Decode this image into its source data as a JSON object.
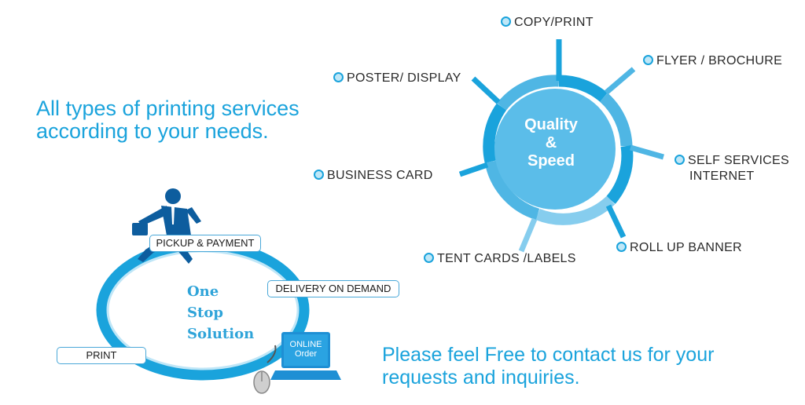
{
  "tagline": {
    "line1": "All types of printing services",
    "line2": "according to your needs."
  },
  "contact": {
    "line1": "Please feel Free to contact us for your",
    "line2": "requests and inquiries."
  },
  "wheel": {
    "center": {
      "line1": "Quality",
      "line2": "&",
      "line3": "Speed"
    },
    "services": [
      "COPY/PRINT",
      "FLYER / BROCHURE",
      "SELF SERVICES",
      "INTERNET",
      "ROLL UP BANNER",
      "TENT CARDS /LABELS",
      "BUSINESS CARD",
      "POSTER/ DISPLAY"
    ]
  },
  "process": {
    "title_line1": "One",
    "title_line2": "Stop",
    "title_line3": "Solution",
    "steps": [
      "PICKUP & PAYMENT",
      "DELIVERY ON DEMAND",
      "PRINT"
    ],
    "online_line1": "ONLINE",
    "online_line2": "Order"
  },
  "colors": {
    "brand_blue": "#1aa3dc",
    "light_blue": "#7fcbef",
    "dark_blue": "#0d6fb8",
    "text": "#2a2a2a"
  }
}
